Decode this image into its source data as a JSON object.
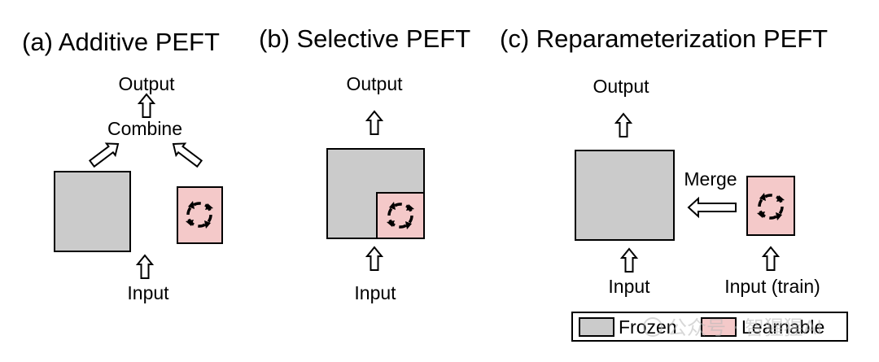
{
  "panels": [
    {
      "title": "(a) Additive PEFT",
      "output": "Output",
      "combine": "Combine",
      "input": "Input"
    },
    {
      "title": "(b) Selective PEFT",
      "output": "Output",
      "input": "Input"
    },
    {
      "title": "(c) Reparameterization PEFT",
      "output": "Output",
      "merge": "Merge",
      "input": "Input",
      "input_train": "Input (train)"
    }
  ],
  "legend": {
    "frozen": "Frozen",
    "learnable": "Learnable"
  },
  "colors": {
    "frozen": "#cbcbcb",
    "learnable": "#f4c9c9",
    "stroke": "#000000"
  },
  "watermark": "公众号 · 智猩猩AI"
}
